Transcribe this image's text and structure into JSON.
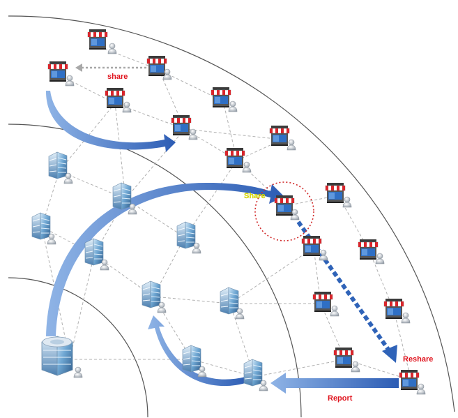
{
  "labels": {
    "share_red": "share",
    "share_yellow": "Share",
    "reshare": "Reshare",
    "report": "Report"
  },
  "colors": {
    "arc_line": "#555555",
    "edge_dashed": "#b0b0b0",
    "arrow_blue": "#2f63b8",
    "label_red": "#e0141e",
    "label_yellow": "#e8e800",
    "highlight_circle": "#d12a2a"
  },
  "node_types": [
    "store",
    "office-building",
    "headquarters-building"
  ]
}
